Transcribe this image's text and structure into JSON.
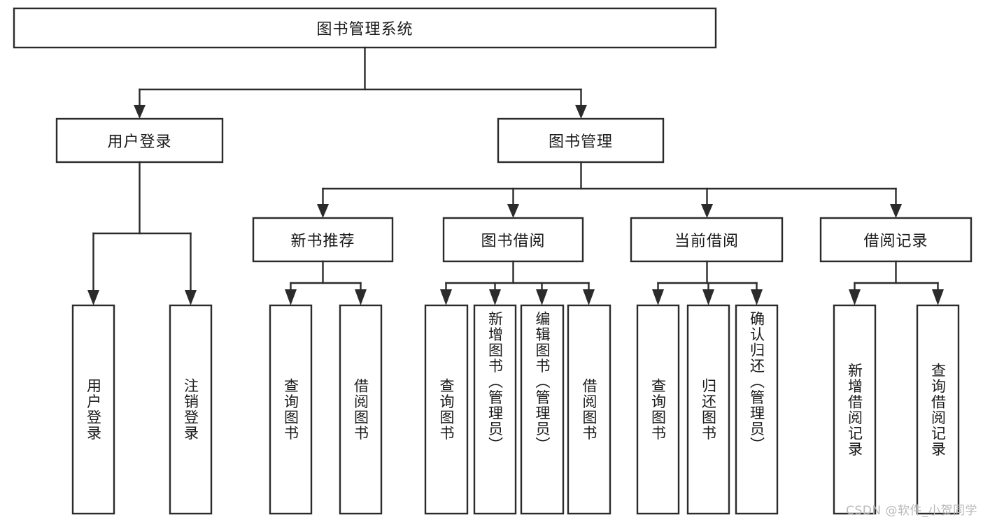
{
  "diagram": {
    "title": "图书管理系统",
    "type": "tree-hierarchy-diagram",
    "watermark": "CSDN @软件_小贺同学",
    "colors": {
      "stroke": "#2b2b2b",
      "fill": "#ffffff",
      "text": "#1a1a1a",
      "watermark": "#b9b9b9"
    },
    "root": {
      "label": "图书管理系统",
      "orientation": "horizontal"
    },
    "level2": [
      {
        "label": "用户登录",
        "orientation": "horizontal"
      },
      {
        "label": "图书管理",
        "orientation": "horizontal"
      }
    ],
    "level3": [
      {
        "label": "新书推荐",
        "orientation": "horizontal"
      },
      {
        "label": "图书借阅",
        "orientation": "horizontal"
      },
      {
        "label": "当前借阅",
        "orientation": "horizontal"
      },
      {
        "label": "借阅记录",
        "orientation": "horizontal"
      }
    ],
    "leaves": {
      "user_login": [
        {
          "label": "用户登录",
          "orientation": "vertical"
        },
        {
          "label": "注销登录",
          "orientation": "vertical"
        }
      ],
      "new_book_recommend": [
        {
          "label": "查询图书",
          "orientation": "vertical"
        },
        {
          "label": "借阅图书",
          "orientation": "vertical"
        }
      ],
      "book_borrow": [
        {
          "label": "查询图书",
          "orientation": "vertical"
        },
        {
          "label": "新增图书（管理员）",
          "orientation": "vertical"
        },
        {
          "label": "编辑图书（管理员）",
          "orientation": "vertical"
        },
        {
          "label": "借阅图书",
          "orientation": "vertical"
        }
      ],
      "current_borrow": [
        {
          "label": "查询图书",
          "orientation": "vertical"
        },
        {
          "label": "归还图书",
          "orientation": "vertical"
        },
        {
          "label": "确认归还（管理员）",
          "orientation": "vertical"
        }
      ],
      "borrow_record": [
        {
          "label": "新增借阅记录",
          "orientation": "vertical"
        },
        {
          "label": "查询借阅记录",
          "orientation": "vertical"
        }
      ]
    }
  }
}
